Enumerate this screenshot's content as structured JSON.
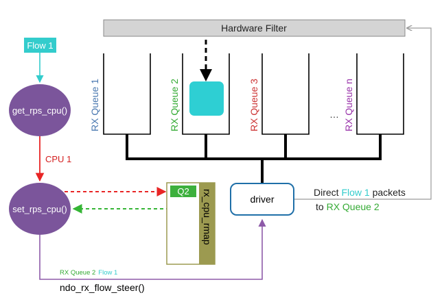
{
  "hardware_filter": {
    "label": "Hardware Filter"
  },
  "flow": {
    "label": "Flow 1",
    "color": "#33cccc"
  },
  "nodes": {
    "get_rps_cpu": "get_rps_cpu()",
    "set_rps_cpu": "set_rps_cpu()",
    "driver": "driver"
  },
  "cpu_label": "CPU 1",
  "queues": [
    {
      "label": "RX Queue 1",
      "color": "#4a78b0"
    },
    {
      "label": "RX Queue 2",
      "color": "#33aa33"
    },
    {
      "label": "RX Queue 3",
      "color": "#cc3333"
    },
    {
      "label": "RX Queue n",
      "color": "#9933aa"
    }
  ],
  "ellipsis": "…",
  "rmap": {
    "label": "rx_cpu_rmap",
    "entry": "Q2"
  },
  "direct_note": {
    "line1_prefix": "Direct ",
    "line1_flow": "Flow 1",
    "line1_suffix": " packets",
    "line2_prefix": "to ",
    "line2_queue": "RX Queue 2"
  },
  "steer_note": {
    "queue": "RX Queue 2",
    "flow": "Flow 1"
  },
  "steer_call": "ndo_rx_flow_steer()",
  "colors": {
    "node_purple": "#7b559b",
    "driver_border": "#1f6fa8",
    "packet_cyan": "#2ecfd3",
    "rmap_olive": "#9c9a50",
    "q2_green": "#3db03d",
    "red": "#e82525",
    "green_dash": "#35b535",
    "steer_purple": "#8d5aa8",
    "gray_line": "#9a9a9a"
  }
}
